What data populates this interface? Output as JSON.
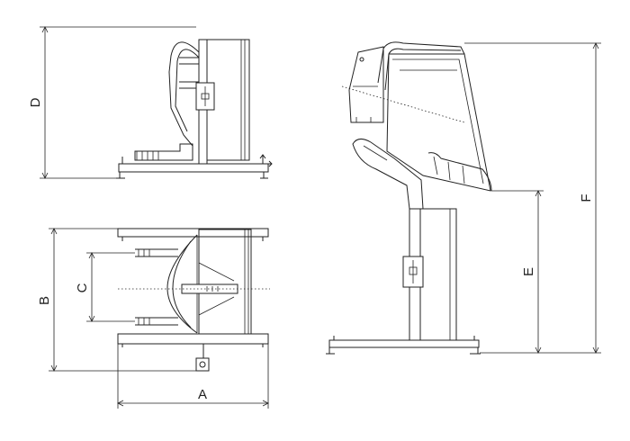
{
  "labels": {
    "A": "A",
    "B": "B",
    "C": "C",
    "D": "D",
    "E": "E",
    "F": "F"
  },
  "colors": {
    "line": "#222222",
    "background": "#ffffff"
  }
}
